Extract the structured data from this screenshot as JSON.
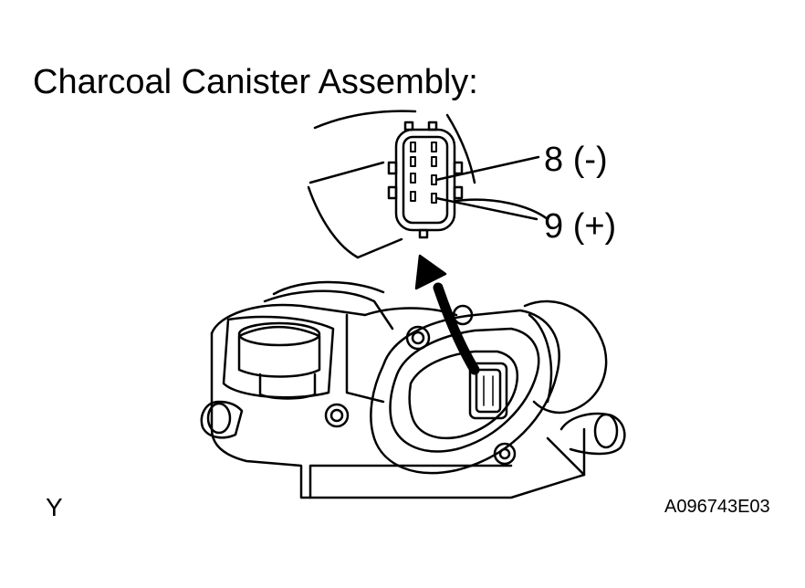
{
  "diagram": {
    "title": "Charcoal Canister Assembly:",
    "pins": [
      {
        "number": "8",
        "polarity": "(-)",
        "label": "8 (-)"
      },
      {
        "number": "9",
        "polarity": "(+)",
        "label": "9 (+)"
      }
    ],
    "corner_mark": "Y",
    "figure_code": "A096743E03"
  }
}
